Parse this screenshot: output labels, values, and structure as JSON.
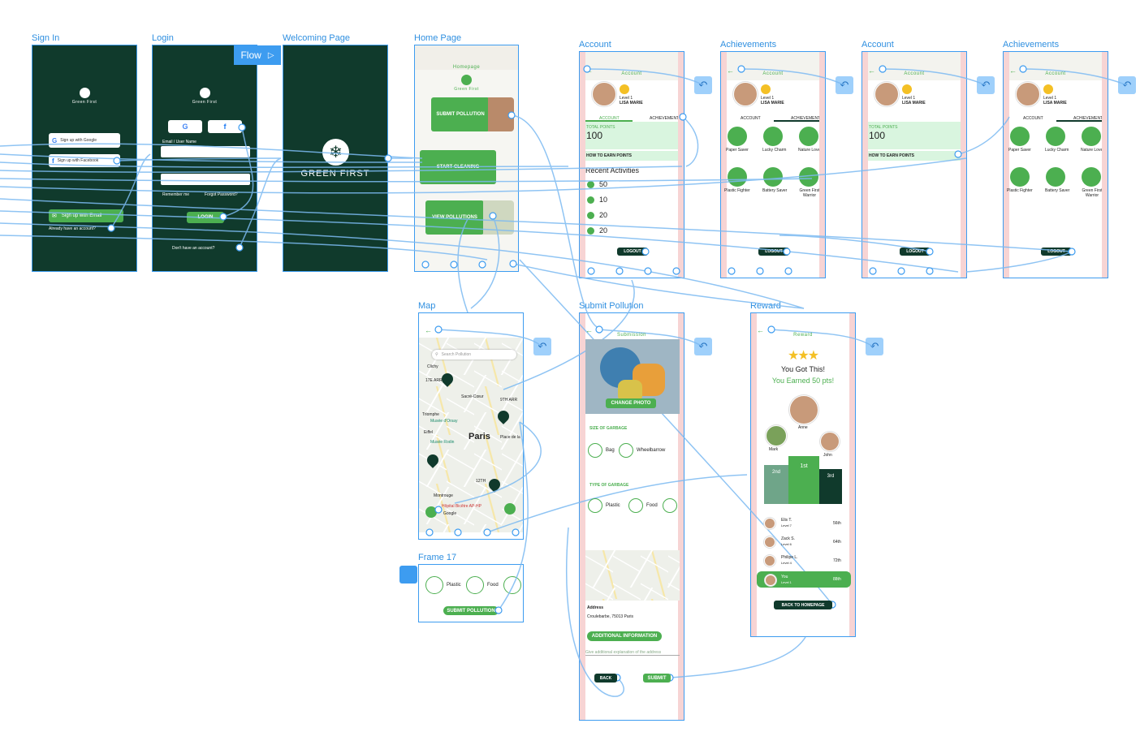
{
  "frames": {
    "sign_in": "Sign In",
    "login": "Login",
    "welcoming": "Welcoming Page",
    "home": "Home Page",
    "account1": "Account",
    "achievements1": "Achievements",
    "account2": "Account",
    "achievements2": "Achievements",
    "map": "Map",
    "submit": "Submit Pollution",
    "reward": "Reward",
    "frame17": "Frame 17"
  },
  "flow_label": "Flow",
  "brand": "Green First",
  "brand_big": "GREEN FIRST",
  "sign_in": {
    "google": "Sign up with Google",
    "facebook": "Sign up with Facebook",
    "email": "Sign up with Email",
    "have_account": "Already have an account?"
  },
  "login": {
    "email_label": "Email / User Name",
    "remember": "Remember me",
    "forgot": "Forgot Password?",
    "login_btn": "LOGIN",
    "no_account": "Don't have an account?"
  },
  "home": {
    "title": "Homepage",
    "submit_btn": "SUBMIT POLLUTION",
    "cleaning_btn": "START CLEANING",
    "view_btn": "VIEW POLLUTIONS"
  },
  "account": {
    "title": "Account",
    "level": "Level 1",
    "name": "LISA MARIE",
    "tab_account": "ACCOUNT",
    "tab_achievements": "ACHIEVEMENTS",
    "total_points": "TOTAL POINTS",
    "points": "100",
    "how_to": "HOW TO EARN POINTS",
    "recent": "Recent Activities",
    "activities": [
      "50",
      "10",
      "20",
      "20"
    ],
    "logout": "LOGOUT"
  },
  "achievements": {
    "badges": [
      "Paper Saver",
      "Lucky Charm",
      "Nature Lover",
      "Plastic Fighter",
      "Battery Saver",
      "Green First Warrior"
    ]
  },
  "map": {
    "search_placeholder": "Search Pollution",
    "paris": "Paris",
    "labels": [
      "Clichy",
      "17E ARR",
      "Sacré-Cœur",
      "9TH ARR",
      "Triomphe",
      "Musée d'Orsay",
      "Eiffel",
      "Musée Rodin",
      "Place de la",
      "12TH",
      "Montrouge",
      "Hôpital Bicêtre AP-HP",
      "Google"
    ]
  },
  "submit": {
    "title": "Submission",
    "change_photo": "CHANGE PHOTO",
    "size_label": "SIZE OF GARBAGE",
    "bag": "Bag",
    "wheelbarrow": "Wheelbarrow",
    "type_label": "TYPE OF GARBAGE",
    "plastic": "Plastic",
    "food": "Food",
    "address_label": "Address",
    "address": "Croulebarbe, 75013 Paris",
    "additional": "ADDITIONAL INFORMATION",
    "additional_hint": "Give additional explanation of the address",
    "back": "BACK",
    "submit_btn": "SUBMIT"
  },
  "reward": {
    "title": "Reward",
    "headline": "You Got This!",
    "earned": "You Earned 50 pts!",
    "anne": "Anne",
    "mark": "Mark",
    "john": "John",
    "p2": "2nd",
    "p1": "1st",
    "p3": "3rd",
    "rows": [
      {
        "name": "Elis T.",
        "level": "Level 7",
        "rank": "56th"
      },
      {
        "name": "Zack S.",
        "level": "Level 6",
        "rank": "64th"
      },
      {
        "name": "Philipe L.",
        "level": "Level 4",
        "rank": "72th"
      }
    ],
    "you_name": "You",
    "you_level": "Level 1",
    "you_rank": "88th",
    "back_home": "BACK TO HOMEPAGE"
  },
  "frame17": {
    "plastic": "Plastic",
    "food": "Food",
    "submit_btn": "SUBMIT POLLUTION"
  },
  "colors": {
    "dark_green": "#103a2c",
    "green": "#4caf50",
    "wire_blue": "#3d9cf0",
    "back_badge": "#9fd0fb",
    "pink_edge": "#f7d4d4"
  }
}
